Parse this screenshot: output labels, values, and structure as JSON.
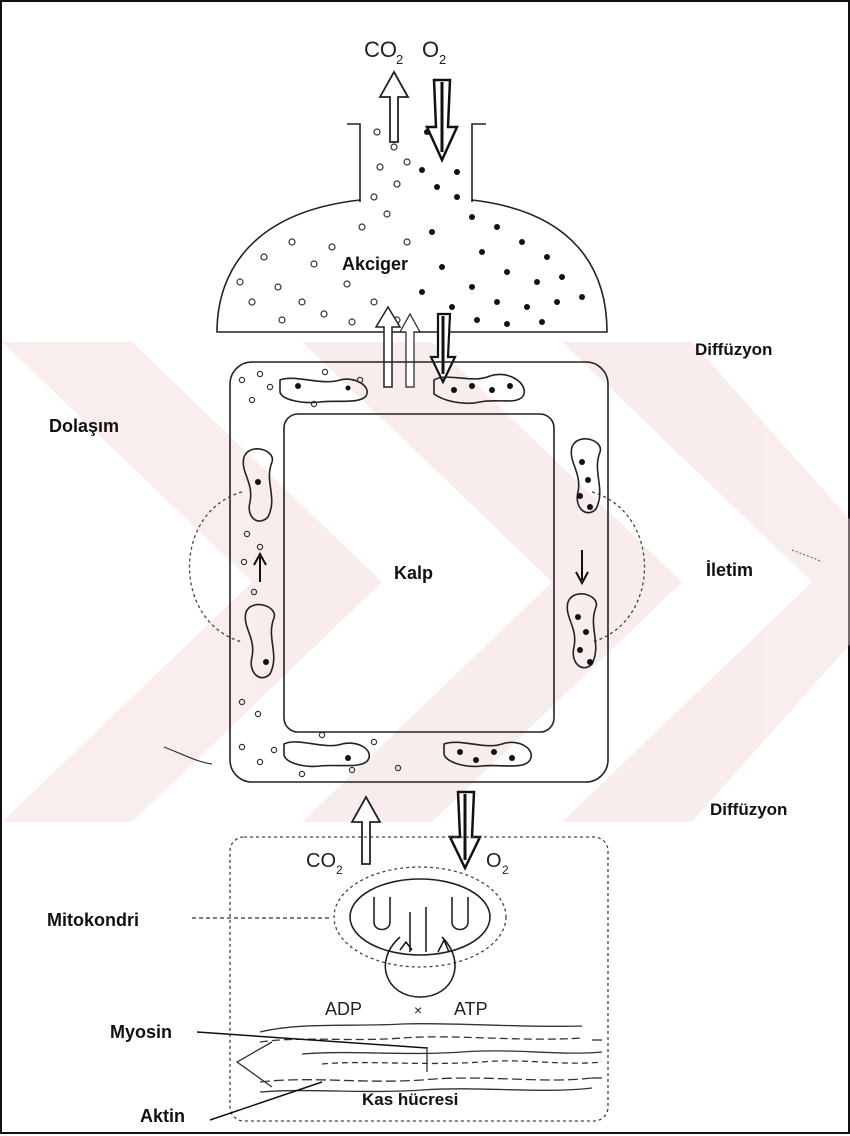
{
  "gases": {
    "top_co2": "CO",
    "top_co2_sub": "2",
    "top_o2": "O",
    "top_o2_sub": "2",
    "bottom_co2": "CO",
    "bottom_co2_sub": "2",
    "bottom_o2": "O",
    "bottom_o2_sub": "2"
  },
  "labels": {
    "lung": "Akciger",
    "diffusion_top": "Diffüzyon",
    "circulation": "Dolaşım",
    "heart": "Kalp",
    "conduction": "İletim",
    "diffusion_bottom": "Diffüzyon",
    "mitochondria": "Mitokondri",
    "adp": "ADP",
    "atp": "ATP",
    "myosin": "Myosin",
    "actin": "Aktin",
    "muscle_cell": "Kas hücresi"
  },
  "colors": {
    "ink": "#111111",
    "watermark": "#f3d6d6"
  }
}
